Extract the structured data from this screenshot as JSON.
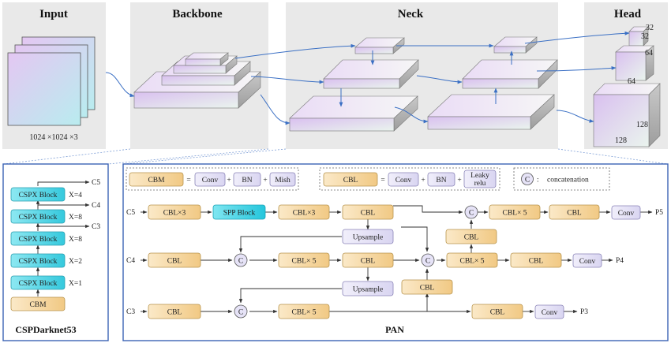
{
  "top": {
    "input": {
      "title": "Input",
      "dims": "1024 ×1024 ×3"
    },
    "backbone": {
      "title": "Backbone"
    },
    "neck": {
      "title": "Neck"
    },
    "head": {
      "title": "Head",
      "cube_labels": [
        "32",
        "32",
        "64",
        "64",
        "128",
        "128"
      ]
    }
  },
  "csp": {
    "title": "CSPDarknet53",
    "blocks": [
      "CSPX Block",
      "CSPX Block",
      "CSPX Block",
      "CSPX Block",
      "CSPX Block"
    ],
    "repeat_labels": [
      "X=4",
      "X=8",
      "X=8",
      "X=2",
      "X=1"
    ],
    "outputs": [
      "C5",
      "C4",
      "C3"
    ],
    "base": "CBM"
  },
  "legend": {
    "cbm": "CBM",
    "conv": "Conv",
    "bn": "BN",
    "mish": "Mish",
    "cbl": "CBL",
    "leaky": [
      "Leaky",
      "relu"
    ],
    "c": "C",
    "concat": "concatenation",
    "eq": "=",
    "plus": "+"
  },
  "pan": {
    "title": "PAN",
    "inputs": [
      "C5",
      "C4",
      "C3"
    ],
    "outputs": [
      "P5",
      "P4",
      "P3"
    ],
    "labels": {
      "cblx3": "CBL×3",
      "spp": "SPP Block",
      "cbl": "CBL",
      "cblx5": "CBL× 5",
      "upsample": "Upsample",
      "conv": "Conv",
      "c": "C"
    }
  },
  "colors": {
    "frame": "#3b63b5",
    "topBg": "#e9e9e9",
    "cbl": "#f7d9a3",
    "cblEdge": "#b8944d",
    "spp": "#4fd8e8",
    "conv": "#e6e3f7",
    "cube": "#d9c5ee"
  }
}
